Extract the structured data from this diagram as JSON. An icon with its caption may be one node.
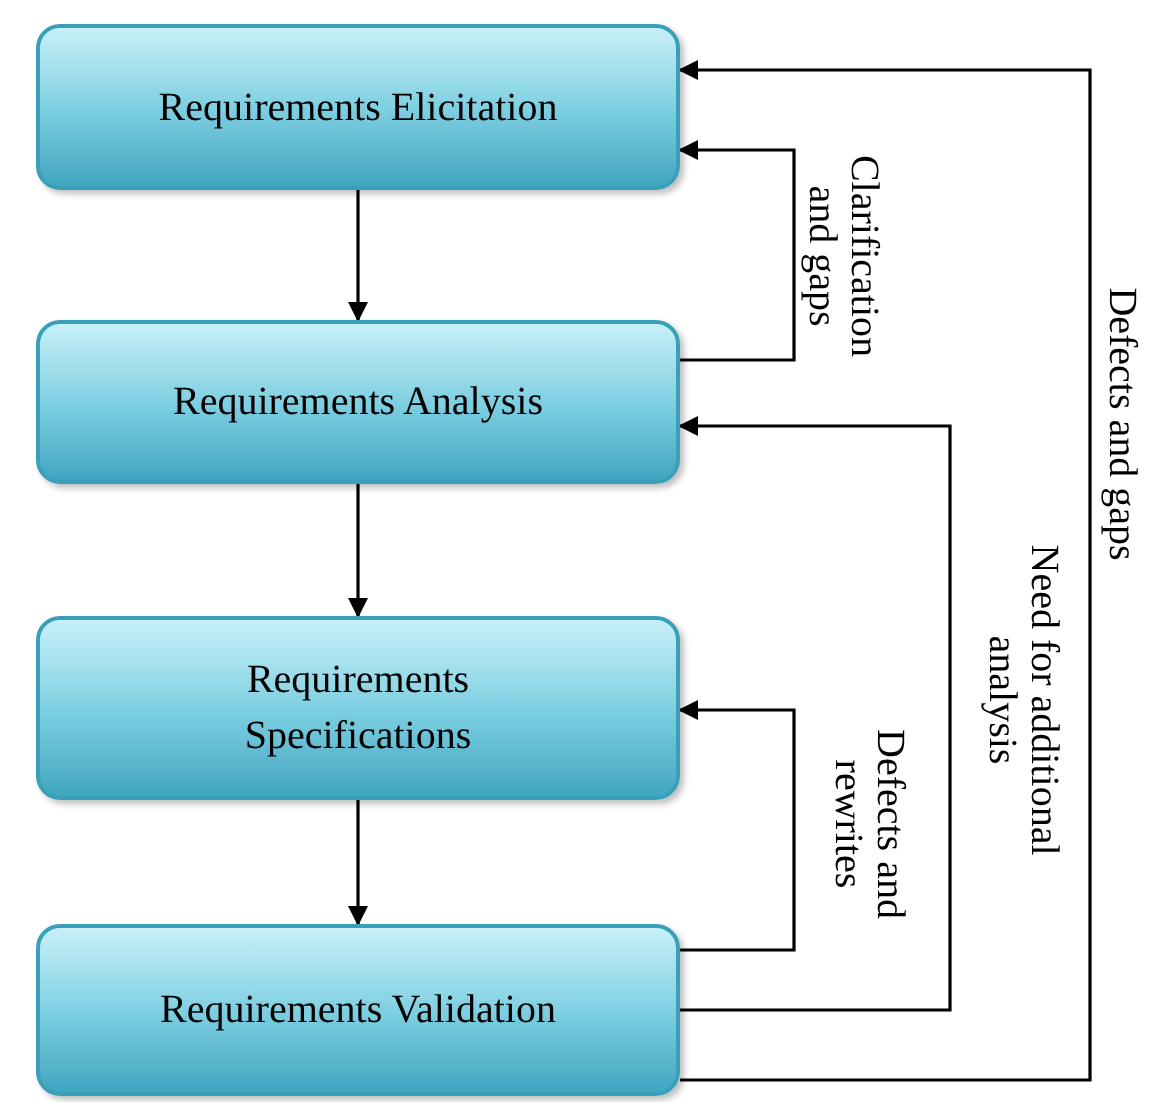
{
  "diagram": {
    "nodes": [
      {
        "text": [
          "Requirements Elicitation"
        ]
      },
      {
        "text": [
          "Requirements Analysis"
        ]
      },
      {
        "text": [
          "Requirements Specifications"
        ]
      },
      {
        "text": [
          "Requirements Validation"
        ]
      }
    ],
    "edges": [
      {
        "from": 0,
        "to": 1,
        "arrow": "to"
      },
      {
        "from": 1,
        "to": 2,
        "arrow": "to"
      },
      {
        "from": 2,
        "to": 3,
        "arrow": "to"
      },
      {
        "from": 1,
        "to": 0,
        "arrow": "to",
        "label": "Clarification and gaps"
      },
      {
        "from": 3,
        "to": 2,
        "arrow": "to",
        "label": "Defects and rewrites"
      },
      {
        "from": 3,
        "to": 1,
        "arrow": "to",
        "label": "Need for additional analysis"
      },
      {
        "from": 3,
        "to": 0,
        "arrow": "to",
        "label": "Defects and gaps"
      }
    ]
  }
}
